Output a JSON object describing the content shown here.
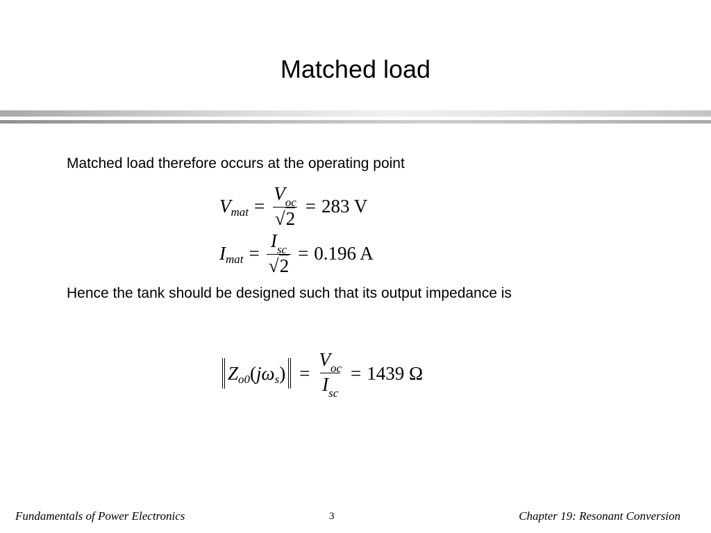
{
  "slide": {
    "title": "Matched load",
    "line_1": "Matched load therefore occurs at the operating point",
    "line_2": "Hence the tank should be designed such that its output impedance is"
  },
  "equations": {
    "vmat": {
      "lhs_symbol": "V",
      "lhs_subscript": "mat",
      "equals_1": "=",
      "num_symbol": "V",
      "num_subscript": "oc",
      "den_radical": "√",
      "den_value": "2",
      "equals_2": "=",
      "result": "283 V"
    },
    "imat": {
      "lhs_symbol": "I",
      "lhs_subscript": "mat",
      "equals_1": "=",
      "num_symbol": "I",
      "num_subscript": "sc",
      "den_radical": "√",
      "den_value": "2",
      "equals_2": "=",
      "result": "0.196 A"
    },
    "zo0": {
      "symbol": "Z",
      "subscript": "o0",
      "open_paren": "(",
      "j": "j",
      "omega": "ω",
      "omega_subscript": "s",
      "close_paren": ")",
      "equals_1": "=",
      "num_symbol": "V",
      "num_subscript": "oc",
      "den_symbol": "I",
      "den_subscript": "sc",
      "equals_2": "=",
      "result": "1439 Ω"
    }
  },
  "footer": {
    "left": "Fundamentals of Power Electronics",
    "page_number": "3",
    "right": "Chapter 19:  Resonant Conversion"
  }
}
